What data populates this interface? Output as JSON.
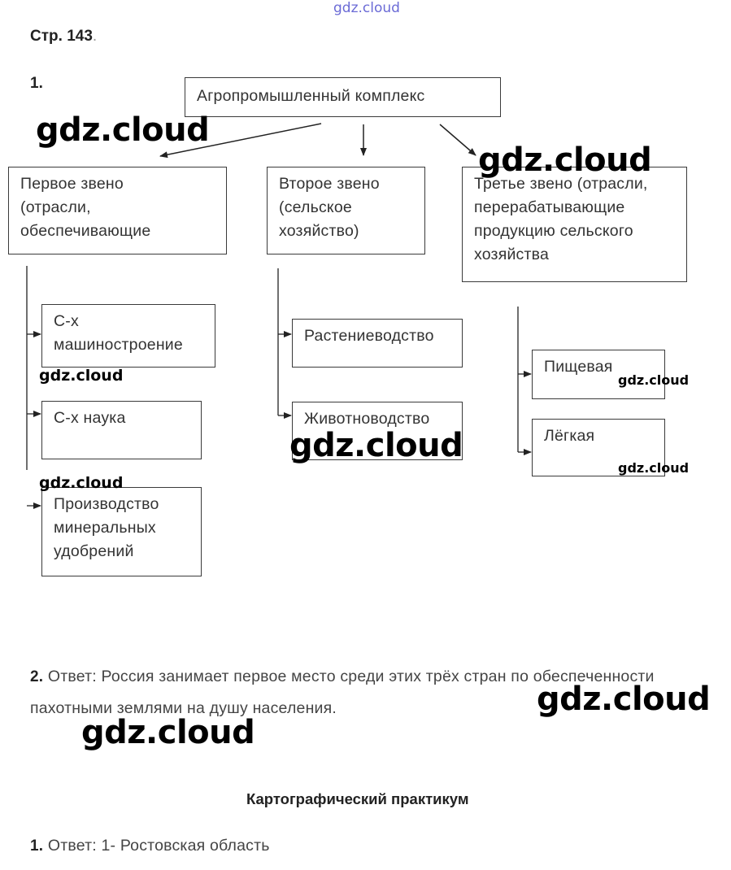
{
  "watermark": "gdz.cloud",
  "header": {
    "page_label": "Стр. 143",
    "page_dot": "."
  },
  "task1": {
    "number": "1.",
    "root": "Агропромышленный комплекс",
    "links": [
      {
        "title": "Первое звено\n(отрасли,\nобеспечивающие",
        "items": [
          "С-х\nмашиностроение",
          "С-х наука",
          "Производство\nминеральных\nудобрений"
        ]
      },
      {
        "title": "Второе звено\n(сельское\nхозяйство)",
        "items": [
          "Растениеводство",
          "Животноводство"
        ]
      },
      {
        "title": "Третье звено (отрасли,\nперерабатывающие\nпродукцию сельского\nхозяйства",
        "items": [
          "Пищевая",
          "Лёгкая"
        ]
      }
    ]
  },
  "task2": {
    "number": "2.",
    "line1": " Ответ: Россия занимает первое место среди этих трёх стран по обеспеченности",
    "line2": "пахотными землями на душу населения."
  },
  "practicum": {
    "title": "Картографический практикум",
    "number": "1.",
    "answer": " Ответ: 1- Ростовская область"
  }
}
